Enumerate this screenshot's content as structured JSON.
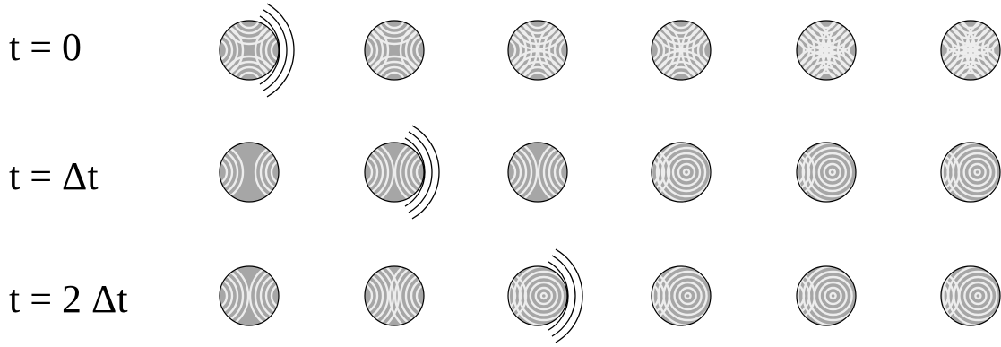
{
  "rows": [
    {
      "label": "t = 0",
      "arc_column": 0,
      "circles": [
        {
          "pattern": "diamond",
          "rings": 4
        },
        {
          "pattern": "diamond",
          "rings": 4
        },
        {
          "pattern": "diamond",
          "rings": 5
        },
        {
          "pattern": "diamond",
          "rings": 5
        },
        {
          "pattern": "diamond",
          "rings": 6
        },
        {
          "pattern": "diamond",
          "rings": 6
        }
      ]
    },
    {
      "label": "t = Δt",
      "arc_column": 1,
      "circles": [
        {
          "pattern": "vertical",
          "rings": 4
        },
        {
          "pattern": "vertical",
          "rings": 5
        },
        {
          "pattern": "vertical",
          "rings": 5
        },
        {
          "pattern": "concentric",
          "rings": 5
        },
        {
          "pattern": "concentric",
          "rings": 6
        },
        {
          "pattern": "concentric",
          "rings": 7
        }
      ]
    },
    {
      "label": "t = 2 Δt",
      "arc_column": 2,
      "circles": [
        {
          "pattern": "vertical",
          "rings": 5
        },
        {
          "pattern": "vertical",
          "rings": 6
        },
        {
          "pattern": "concentric",
          "rings": 6
        },
        {
          "pattern": "concentric",
          "rings": 7
        },
        {
          "pattern": "concentric",
          "rings": 7
        },
        {
          "pattern": "concentric",
          "rings": 8
        }
      ]
    }
  ],
  "colors": {
    "fill": "#a6a6a6",
    "stripe": "#ededed",
    "outline": "#000000",
    "arc": "#000000"
  }
}
